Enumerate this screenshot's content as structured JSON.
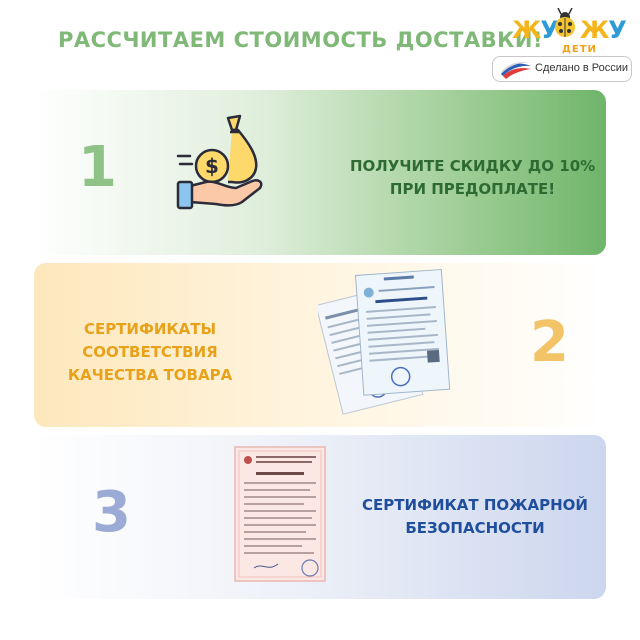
{
  "header": {
    "headline": "Рассчитаем стоимость доставки!"
  },
  "brand": {
    "logo_letters": [
      "Ж",
      "У",
      "Ж",
      "У"
    ],
    "logo_sub": "ДЕТИ",
    "made_in": "Сделано в России"
  },
  "cards": [
    {
      "number": "1",
      "lines": [
        "Получите скидку до 10%",
        "при предоплате!"
      ]
    },
    {
      "number": "2",
      "lines": [
        "Сертификаты",
        "соответствия",
        "качества товара"
      ]
    },
    {
      "number": "3",
      "lines": [
        "Сертификат пожарной",
        "безопасности"
      ]
    }
  ],
  "colors": {
    "headline": "#7fb877",
    "card1_text": "#2e6b33",
    "card2_text": "#e8a21a",
    "card3_text": "#1f4f9c"
  },
  "icons": {
    "card1": "money-bag-hand-icon",
    "card2": "certificate-documents-icon",
    "card3": "fire-safety-certificate-icon"
  }
}
